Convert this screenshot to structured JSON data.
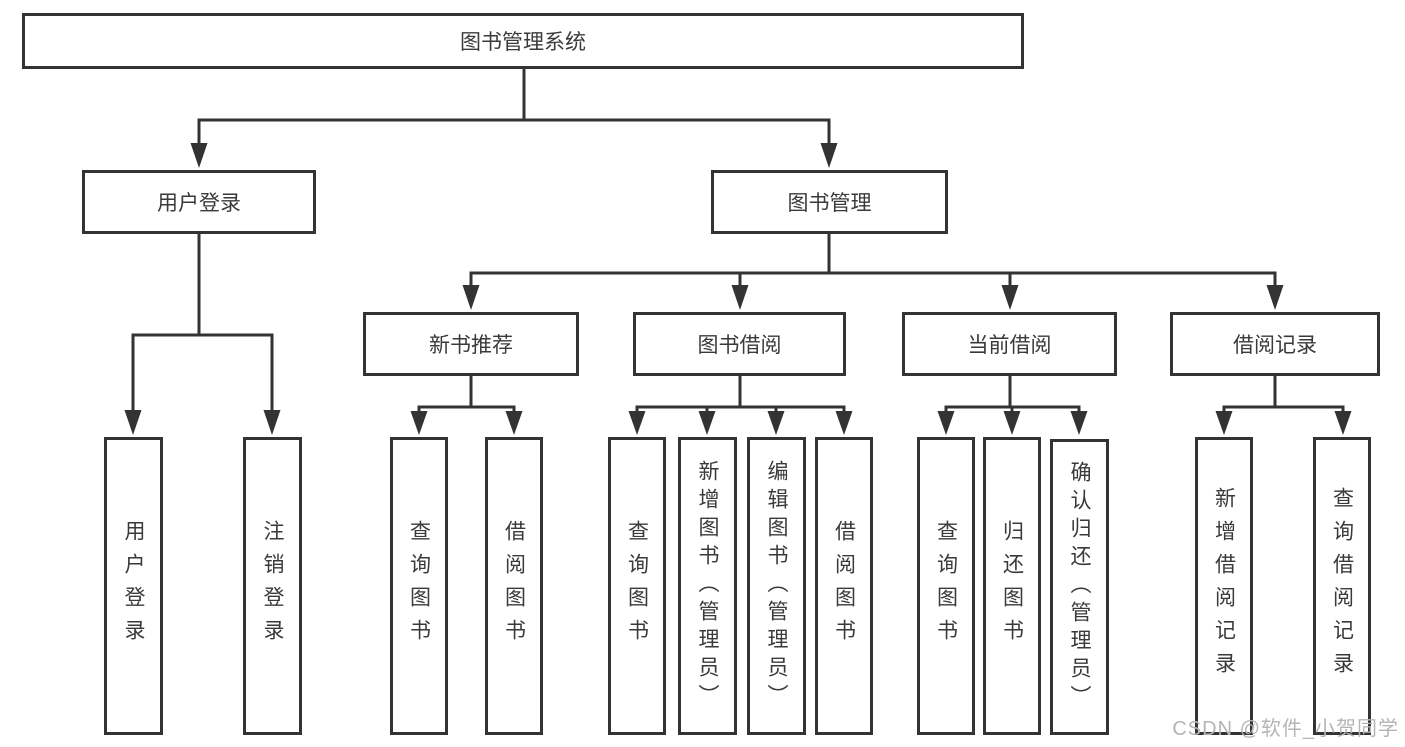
{
  "diagram": {
    "title": "图书管理系统",
    "level2": {
      "user_login": "用户登录",
      "book_mgmt": "图书管理"
    },
    "level3": {
      "new_book_rec": "新书推荐",
      "book_borrow": "图书借阅",
      "current_borrow": "当前借阅",
      "borrow_records": "借阅记录"
    },
    "leaves": {
      "user_login": [
        "用户登录",
        "注销登录"
      ],
      "new_book_rec": [
        "查询图书",
        "借阅图书"
      ],
      "book_borrow": [
        "查询图书",
        "新增图书（管理员）",
        "编辑图书（管理员）",
        "借阅图书"
      ],
      "current_borrow": [
        "查询图书",
        "归还图书",
        "确认归还（管理员）"
      ],
      "borrow_records": [
        "新增借阅记录",
        "查询借阅记录"
      ]
    }
  },
  "watermark": "CSDN @软件_小贺同学",
  "colors": {
    "line": "#333333",
    "text": "#3a3a3a",
    "watermark": "#b5b5b5",
    "background": "#ffffff"
  }
}
